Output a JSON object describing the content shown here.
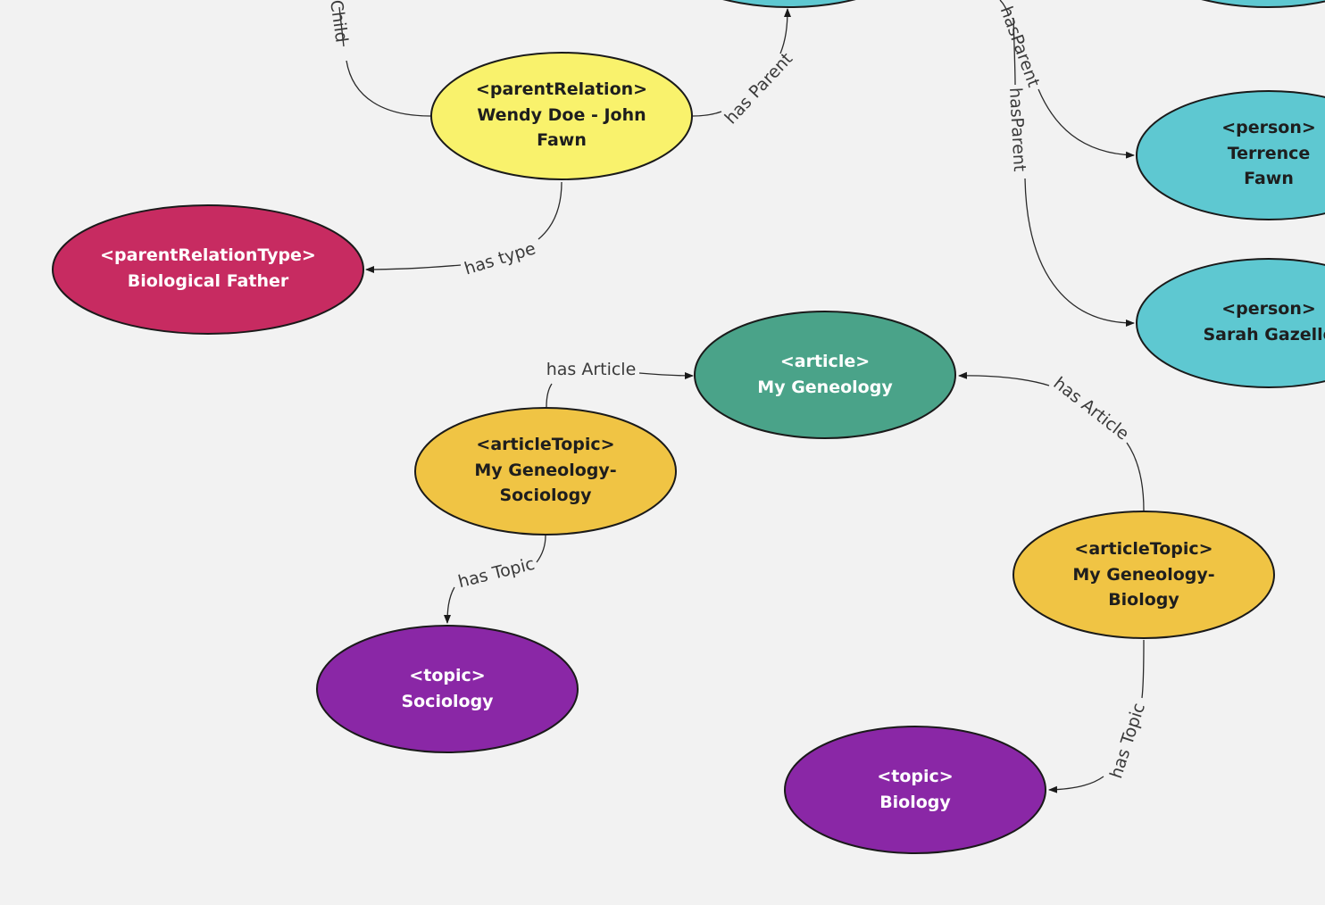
{
  "colors": {
    "background": "#f2f2f2",
    "person": "#5ec8d1",
    "parentRelation": "#f9f26c",
    "parentRelationType": "#c72b61",
    "article": "#4aa389",
    "articleTopic": "#f0c444",
    "topic": "#8a27a6",
    "dark_text": "#1e1e1e",
    "light_text": "#ffffff"
  },
  "nodes": {
    "parent_relation": {
      "type": "<parentRelation>",
      "lines": [
        "Wendy Doe - John",
        "Fawn"
      ]
    },
    "parent_relation_type": {
      "type": "<parentRelationType>",
      "lines": [
        "Biological Father"
      ]
    },
    "person_terrence": {
      "type": "<person>",
      "lines": [
        "Terrence",
        "Fawn"
      ]
    },
    "person_sarah": {
      "type": "<person>",
      "lines": [
        "Sarah Gazelle"
      ]
    },
    "article": {
      "type": "<article>",
      "lines": [
        "My Geneology"
      ]
    },
    "article_topic_sociology": {
      "type": "<articleTopic>",
      "lines": [
        "My Geneology-",
        "Sociology"
      ]
    },
    "article_topic_biology": {
      "type": "<articleTopic>",
      "lines": [
        "My Geneology-",
        "Biology"
      ]
    },
    "topic_sociology": {
      "type": "<topic>",
      "lines": [
        "Sociology"
      ]
    },
    "topic_biology": {
      "type": "<topic>",
      "lines": [
        "Biology"
      ]
    }
  },
  "edges": {
    "has_child": "Child",
    "has_parent": "has Parent",
    "has_type": "has  type",
    "has_parent_terrence": "hasParent",
    "has_parent_sarah": "hasParent",
    "has_article_sociology": "has Article",
    "has_article_biology": "has Article",
    "has_topic_sociology": "has  Topic",
    "has_topic_biology": "has Topic"
  }
}
